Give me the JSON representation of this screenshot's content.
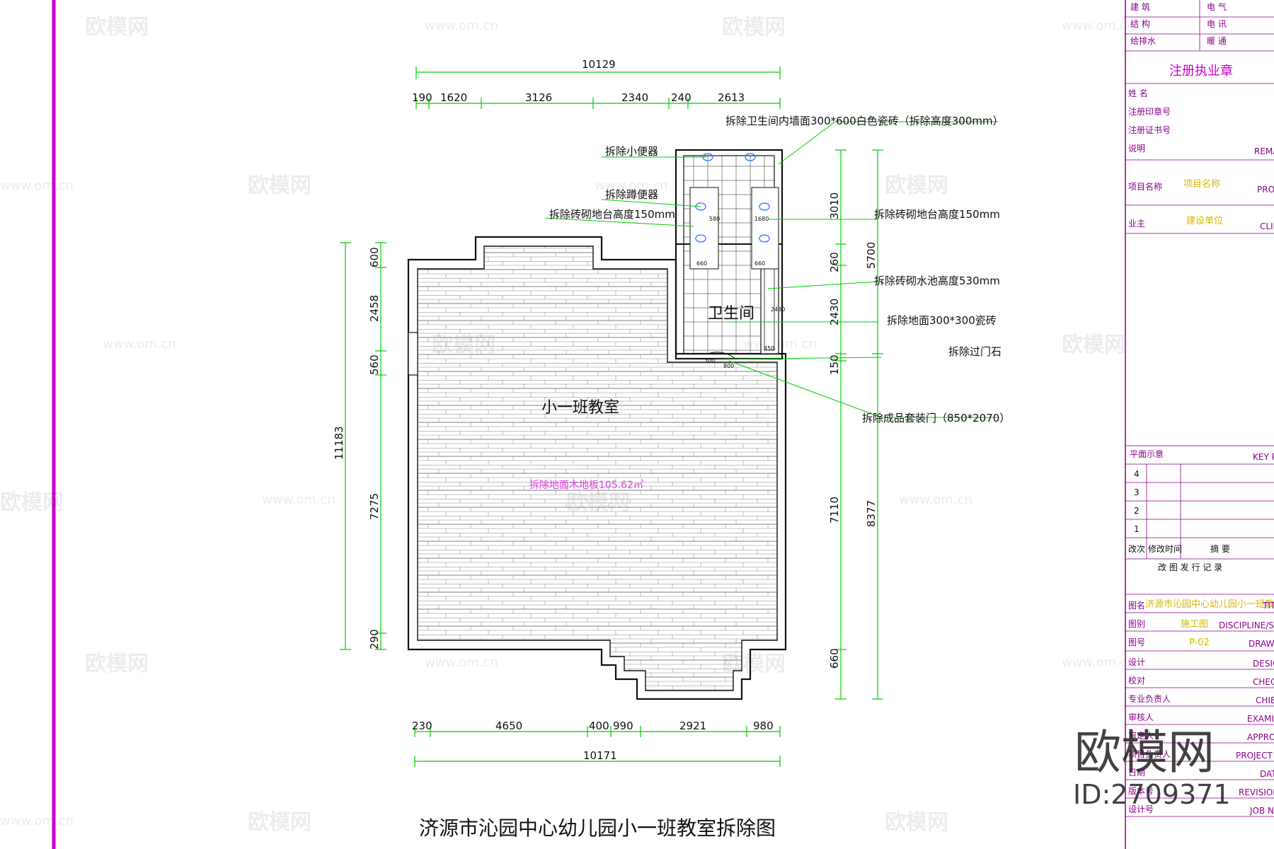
{
  "title": "济源市沁园中心幼儿园小一班教室拆除图",
  "top_dimensions": {
    "overall": "10129",
    "segments": [
      "190",
      "1620",
      "3126",
      "2340",
      "240",
      "2613"
    ]
  },
  "bottom_dimensions": {
    "overall": "10171",
    "segments": [
      "230",
      "4650",
      "400",
      "990",
      "2921",
      "980"
    ]
  },
  "left_dimensions": {
    "overall": "11183",
    "segments": [
      "600",
      "2458",
      "560",
      "7275",
      "290"
    ]
  },
  "right_dimensions": {
    "inner": [
      "3010",
      "260",
      "2430",
      "150",
      "7110",
      "660"
    ],
    "outer": [
      "5700",
      "8377"
    ]
  },
  "rooms": {
    "classroom": "小一班教室",
    "washroom": "卫生间"
  },
  "floor_note": "拆除地面木地板105.62㎡",
  "annotations": {
    "wall_tile": "拆除卫生间内墙面300*600白色瓷砖（拆除高度300mm）",
    "urinal": "拆除小便器",
    "squat_toilet": "拆除蹲便器",
    "platform_left": "拆除砖砌地台高度150mm",
    "platform_right": "拆除砖砌地台高度150mm",
    "sink": "拆除砖砌水池高度530mm",
    "floor_tile": "拆除地面300*300瓷砖",
    "threshold": "拆除过门石",
    "door": "拆除成品套装门（850*2070）"
  },
  "fixture_labels": [
    "580",
    "660",
    "1680",
    "660",
    "2430",
    "450",
    "800",
    "300"
  ],
  "title_block": {
    "disciplines": [
      [
        "建 筑",
        "电 气"
      ],
      [
        "结 构",
        "电 讯"
      ],
      [
        "给排水",
        "暖 通"
      ]
    ],
    "seal_heading": "注册执业章",
    "fields_top": [
      "姓 名",
      "注册印章号",
      "注册证书号",
      "说明"
    ],
    "remark_en": "REMARK",
    "project_label": "项目名称",
    "project_value": "项目名称",
    "project_en": "PROJECT",
    "owner_label": "业主",
    "owner_value": "建设单位",
    "owner_en": "CLIENT",
    "key_plan_label": "平面示意",
    "key_plan_en": "KEY PLAN",
    "revision_numbers": [
      "4",
      "3",
      "2",
      "1"
    ],
    "revision_header": [
      "改次",
      "修改时间",
      "摘 要"
    ],
    "revision_title": "改 图 发 行 记 录",
    "drawing_name_label": "图名",
    "drawing_name_value": "济源市沁园中心幼儿园小一班教室拆除图",
    "drawing_name_en": "TITLE",
    "category_label": "图别",
    "category_value": "施工图",
    "category_en": "DISCIPLINE/STAGE",
    "number_label": "图号",
    "number_value": "P-02",
    "number_en": "DRAWING NO.",
    "people": [
      [
        "设计",
        "DESIGN"
      ],
      [
        "校对",
        "CHECKED"
      ],
      [
        "专业负责人",
        "CHIEF"
      ],
      [
        "审核人",
        "EXAMINED"
      ],
      [
        "审定人",
        "APPROVED"
      ],
      [
        "项目负责人",
        "PROJECT CHIEF"
      ],
      [
        "日期",
        "DATE"
      ],
      [
        "版本号",
        "REVISION NO."
      ],
      [
        "设计号",
        "JOB NO."
      ]
    ]
  },
  "watermark": {
    "brand": "欧模网",
    "url": "www.om.cn",
    "id": "ID:2709371"
  },
  "colors": {
    "dimension": "#00cc00",
    "frame": "#cc00cc",
    "title_block": "#8b008b",
    "floor_note": "#e040e0",
    "walls": "#111111"
  }
}
